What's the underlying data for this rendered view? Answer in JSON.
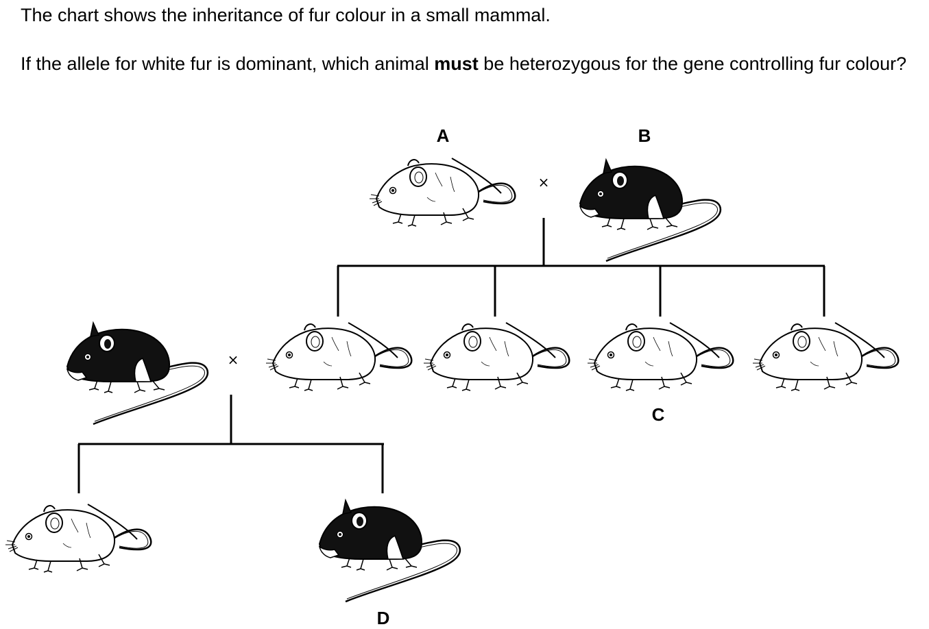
{
  "question": {
    "intro": "The chart shows the inheritance of fur colour in a small mammal.",
    "prefix": "If the allele for white fur is dominant, which animal ",
    "emphasis": "must",
    "suffix": " be heterozygous for the gene controlling fur colour?"
  },
  "labels": {
    "a": "A",
    "b": "B",
    "c": "C",
    "d": "D"
  },
  "cross_symbol": "×",
  "animals": {
    "parent_a": "white",
    "parent_b": "black",
    "f1_1": "white",
    "f1_2": "white",
    "f1_3": "white",
    "f1_4": "white",
    "mate": "black",
    "f2_1": "white",
    "f2_2": "black"
  },
  "colors": {
    "white_fur": "#ffffff",
    "black_fur": "#111111",
    "line": "#000000"
  }
}
